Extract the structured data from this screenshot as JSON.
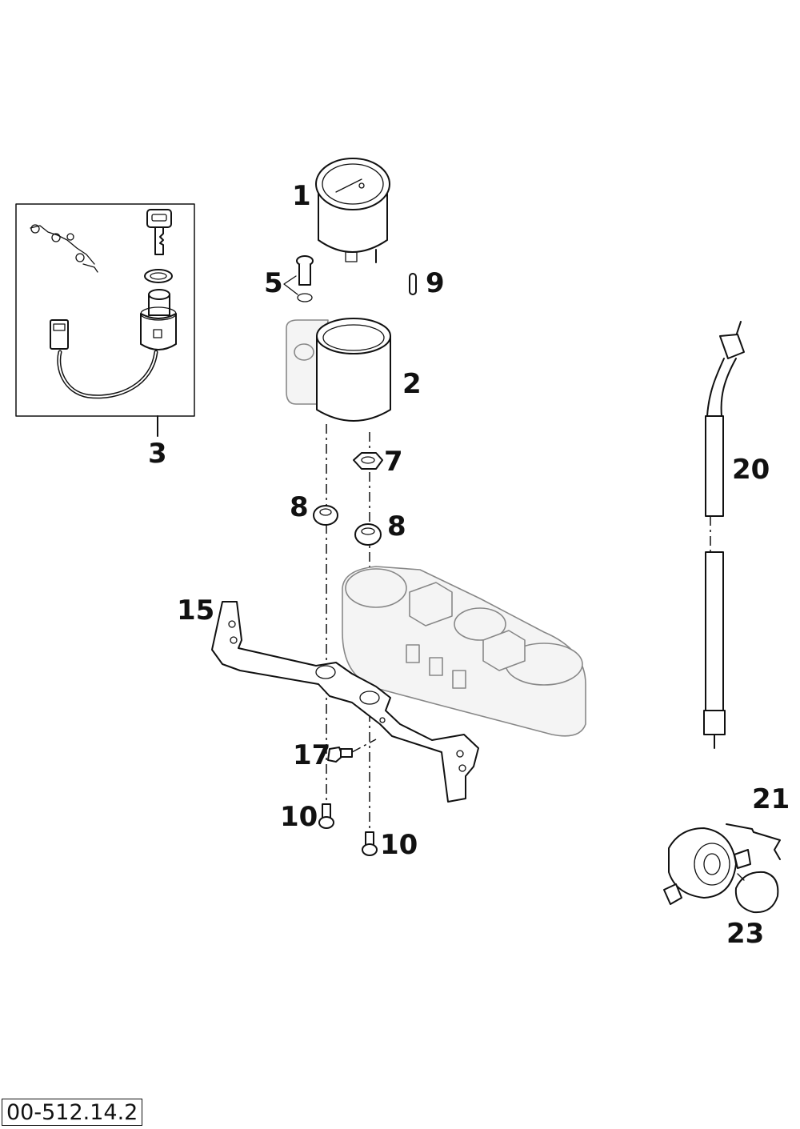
{
  "callouts": {
    "p1": "1",
    "p2": "2",
    "p3": "3",
    "p5": "5",
    "p7": "7",
    "p8a": "8",
    "p8b": "8",
    "p9": "9",
    "p10a": "10",
    "p10b": "10",
    "p15": "15",
    "p17": "17",
    "p20": "20",
    "p21": "21",
    "p23": "23"
  },
  "drawing_id": "00-512.14.2"
}
